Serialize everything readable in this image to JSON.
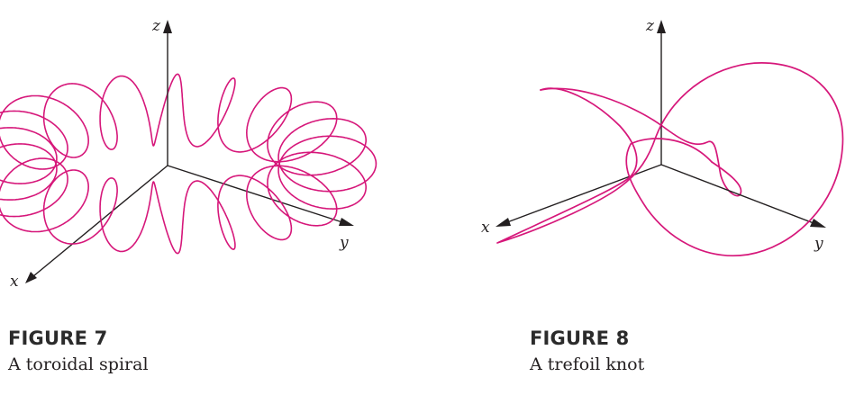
{
  "colors": {
    "curve": "#d6177a",
    "axis": "#231f20"
  },
  "figures": [
    {
      "label": "FIGURE 7",
      "caption": "A toroidal spiral",
      "axes": {
        "x": "x",
        "y": "y",
        "z": "z"
      }
    },
    {
      "label": "FIGURE 8",
      "caption": "A trefoil knot",
      "axes": {
        "x": "x",
        "y": "y",
        "z": "z"
      }
    }
  ]
}
